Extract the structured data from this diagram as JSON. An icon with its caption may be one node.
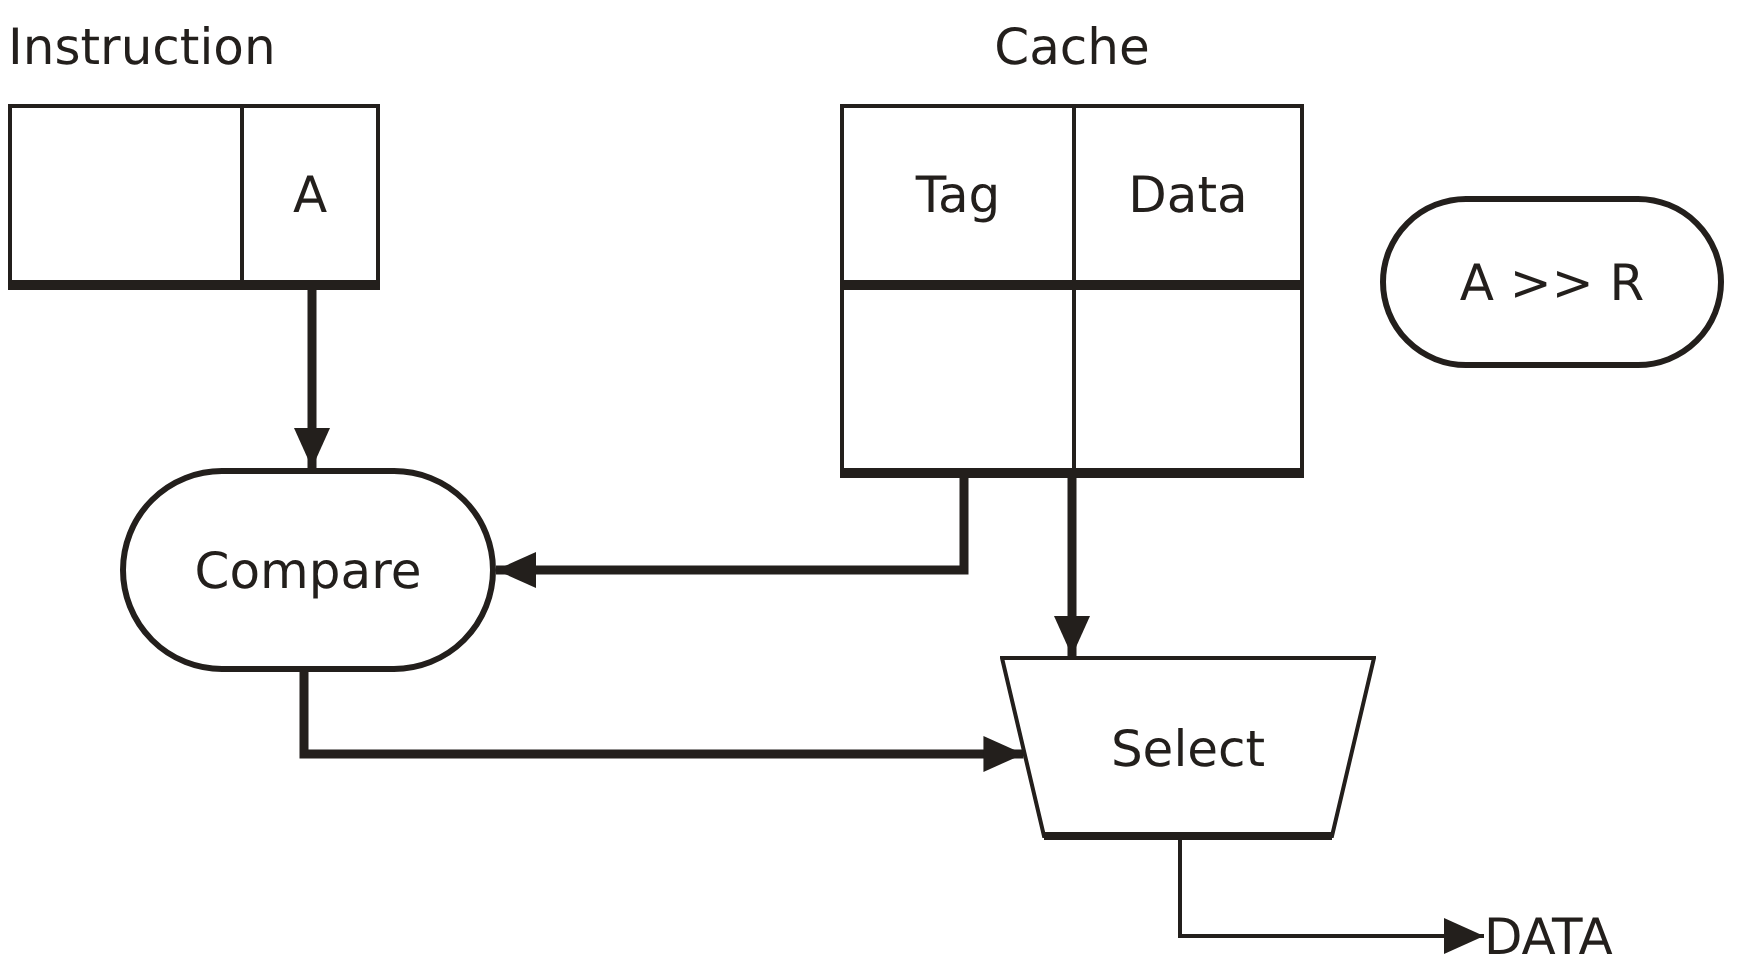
{
  "diagram": {
    "nodes": [
      {
        "text": [
          "Instruction"
        ]
      },
      {
        "text": [],
        "shape": "box",
        "in": 0
      },
      {
        "text": [
          "A"
        ],
        "in": 0
      },
      {
        "text": [
          "Cache"
        ]
      },
      {
        "text": [
          "Tag"
        ],
        "in": 3
      },
      {
        "text": [
          "Data"
        ],
        "in": 3
      },
      {
        "text": [],
        "shape": "box",
        "in": 3
      },
      {
        "text": [],
        "shape": "box",
        "in": 3
      },
      {
        "text": [
          "A >> R"
        ]
      },
      {
        "text": [
          "Compare"
        ]
      },
      {
        "text": [
          "Select"
        ]
      },
      {
        "text": [
          "DATA"
        ]
      }
    ],
    "edges": [
      {
        "from": 2,
        "to": 9,
        "arrow": "to"
      },
      {
        "from": 6,
        "to": 9,
        "arrow": "to"
      },
      {
        "from": 7,
        "to": 10,
        "arrow": "to"
      },
      {
        "from": 9,
        "to": 10,
        "arrow": "to"
      },
      {
        "from": 10,
        "to": 11,
        "arrow": "to"
      }
    ]
  }
}
